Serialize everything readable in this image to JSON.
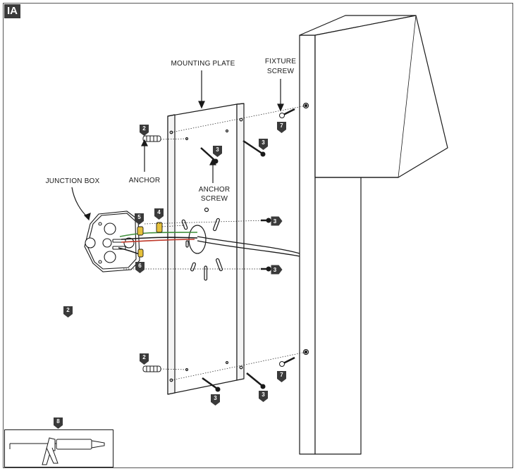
{
  "section_label": "IA",
  "labels": {
    "mounting_plate": "MOUNTING PLATE",
    "fixture_screw_1": "FIXTURE",
    "fixture_screw_2": "SCREW",
    "junction_box": "JUNCTION BOX",
    "anchor": "ANCHOR",
    "anchor_screw_1": "ANCHOR",
    "anchor_screw_2": "SCREW"
  },
  "step_tags": {
    "anchor_top": "2",
    "anchor_screw_top": "3",
    "screw_top_right": "3",
    "fixture_screw_top": "7",
    "wire_nut_4": "4",
    "wire_nut_5": "5",
    "wire_nut_6": "6",
    "screw_mid_upper": "3",
    "screw_mid_lower": "3",
    "standalone": "2",
    "anchor_bottom": "2",
    "fixture_screw_bottom": "7",
    "screw_bottom_left": "3",
    "screw_bottom_right": "3",
    "caulk": "8"
  },
  "colors": {
    "ink": "#1a1a1a",
    "tag_fill": "#3a3a3a",
    "wire_green": "#3f8f3a",
    "wire_red": "#c0392b",
    "nut_yellow": "#e6c13a"
  }
}
